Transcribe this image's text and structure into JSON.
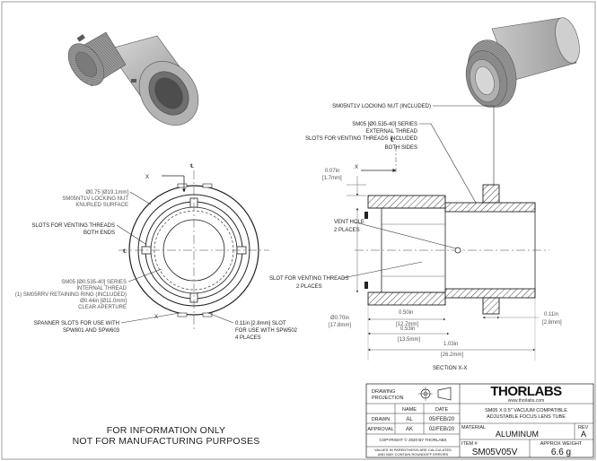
{
  "callouts": {
    "locking_nut": "SM05NT1V LOCKING NUT (INCLUDED)",
    "ext_thread": [
      "SM05 [Ø0.535-40] SERIES",
      "EXTERNAL THREAD",
      "SLOTS FOR VENTING THREADS INCLUDED",
      "BOTH SIDES"
    ],
    "vent_hole": [
      "VENT HOLE",
      "2 PLACES"
    ],
    "slot_venting": [
      "SLOT FOR VENTING THREADS",
      "2 PLACES"
    ],
    "od_075": [
      "Ø0.75 [Ø19.1mm]",
      "SM05NT1V LOCKING NUT",
      "KNURLED SURFACE"
    ],
    "slots_both": [
      "SLOTS FOR VENTING THREADS",
      "BOTH ENDS"
    ],
    "int_thread": [
      "SM05 [Ø0.535-40] SERIES",
      "INTERNAL THREAD",
      "(1) SM05RRV RETAINING RING (INCLUDED)",
      "Ø0.44in [Ø11.0mm]",
      "CLEAR APERTURE"
    ],
    "spanner_slots": [
      "SPANNER SLOTS FOR USE WITH",
      "SPW801 AND SPW603"
    ],
    "slot_011": [
      "0.11in [2.8mm] SLOT",
      "FOR USE WITH SPW502",
      "4 PLACES"
    ],
    "axis_x": "X",
    "axis_cl": "℄"
  },
  "dimensions": {
    "d007": [
      "0.07in",
      "[1.7mm]"
    ],
    "d050": [
      "0.50in",
      "[12.7mm]"
    ],
    "d053": [
      "0.53in",
      "[13.5mm]"
    ],
    "d103": [
      "1.03in",
      "[26.2mm]"
    ],
    "d070": [
      "Ø0.70in",
      "[17.8mm]"
    ],
    "d011": [
      "0.11in",
      "[2.8mm]"
    ]
  },
  "section_label": "SECTION X-X",
  "footer_note": [
    "FOR INFORMATION ONLY",
    "NOT FOR MANUFACTURING PURPOSES"
  ],
  "title_block": {
    "drawing_projection": [
      "DRAWING",
      "PROJECTION"
    ],
    "logo": "THORLABS",
    "website": "www.thorlabs.com",
    "description": [
      "SM05 X 0.5\" VACUUM COMPATIBLE",
      "ADJUSTABLE FOCUS LENS TUBE"
    ],
    "col_name": "NAME",
    "col_date": "DATE",
    "drawn_label": "DRAWN",
    "drawn_name": "AL",
    "drawn_date": "05/FEB/20",
    "approval_label": "APPROVAL",
    "approval_name": "AK",
    "approval_date": "02/FEB/20",
    "material_label": "MATERIAL",
    "material": "ALUMINUM",
    "rev_label": "REV",
    "rev": "A",
    "copyright": "COPYRIGHT © 2020 BY THORLABS",
    "values_note": [
      "VALUES IN PARENTHESIS ARE CALCULATED",
      "AND MAY CONTAIN ROUNDOFF ERRORS"
    ],
    "item_label": "ITEM #",
    "item": "SM05V05V",
    "weight_label": "APPROX WEIGHT",
    "weight": "6.6 g"
  }
}
